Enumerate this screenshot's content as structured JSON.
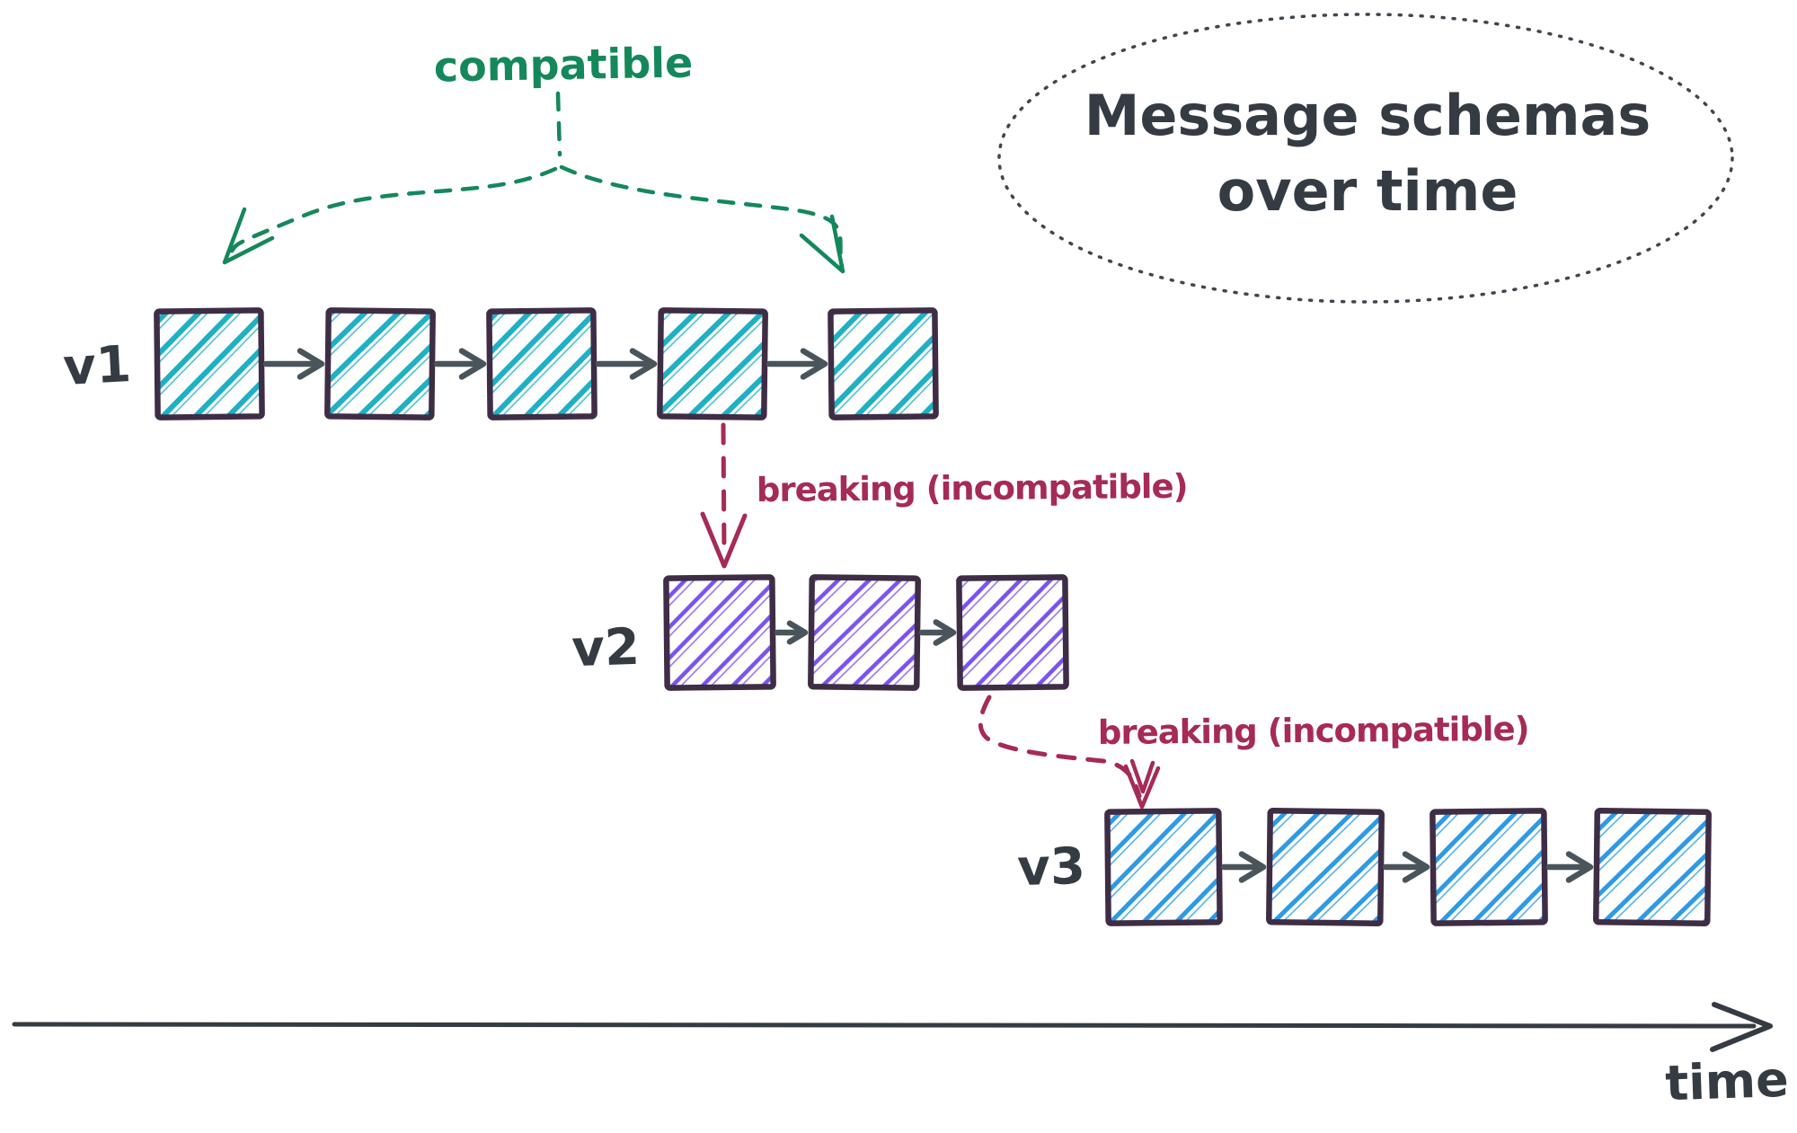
{
  "title": {
    "line1": "Message schemas",
    "line2": "over time"
  },
  "labels": {
    "compatible": "compatible",
    "breaking_v1_v2": "breaking (incompatible)",
    "breaking_v2_v3": "breaking (incompatible)",
    "time_axis": "time"
  },
  "rows": [
    {
      "id": "v1",
      "label": "v1",
      "box_count": 5,
      "hatch_color": "#1fb0c4"
    },
    {
      "id": "v2",
      "label": "v2",
      "box_count": 3,
      "hatch_color": "#7a52f0"
    },
    {
      "id": "v3",
      "label": "v3",
      "box_count": 4,
      "hatch_color": "#2e9ae6"
    }
  ],
  "colors": {
    "compatible_green": "#14885a",
    "breaking_red": "#a62a56",
    "box_border": "#3e2d45",
    "arrow_gray": "#49545b",
    "text_dark": "#353b42",
    "background": "#ffffff"
  }
}
